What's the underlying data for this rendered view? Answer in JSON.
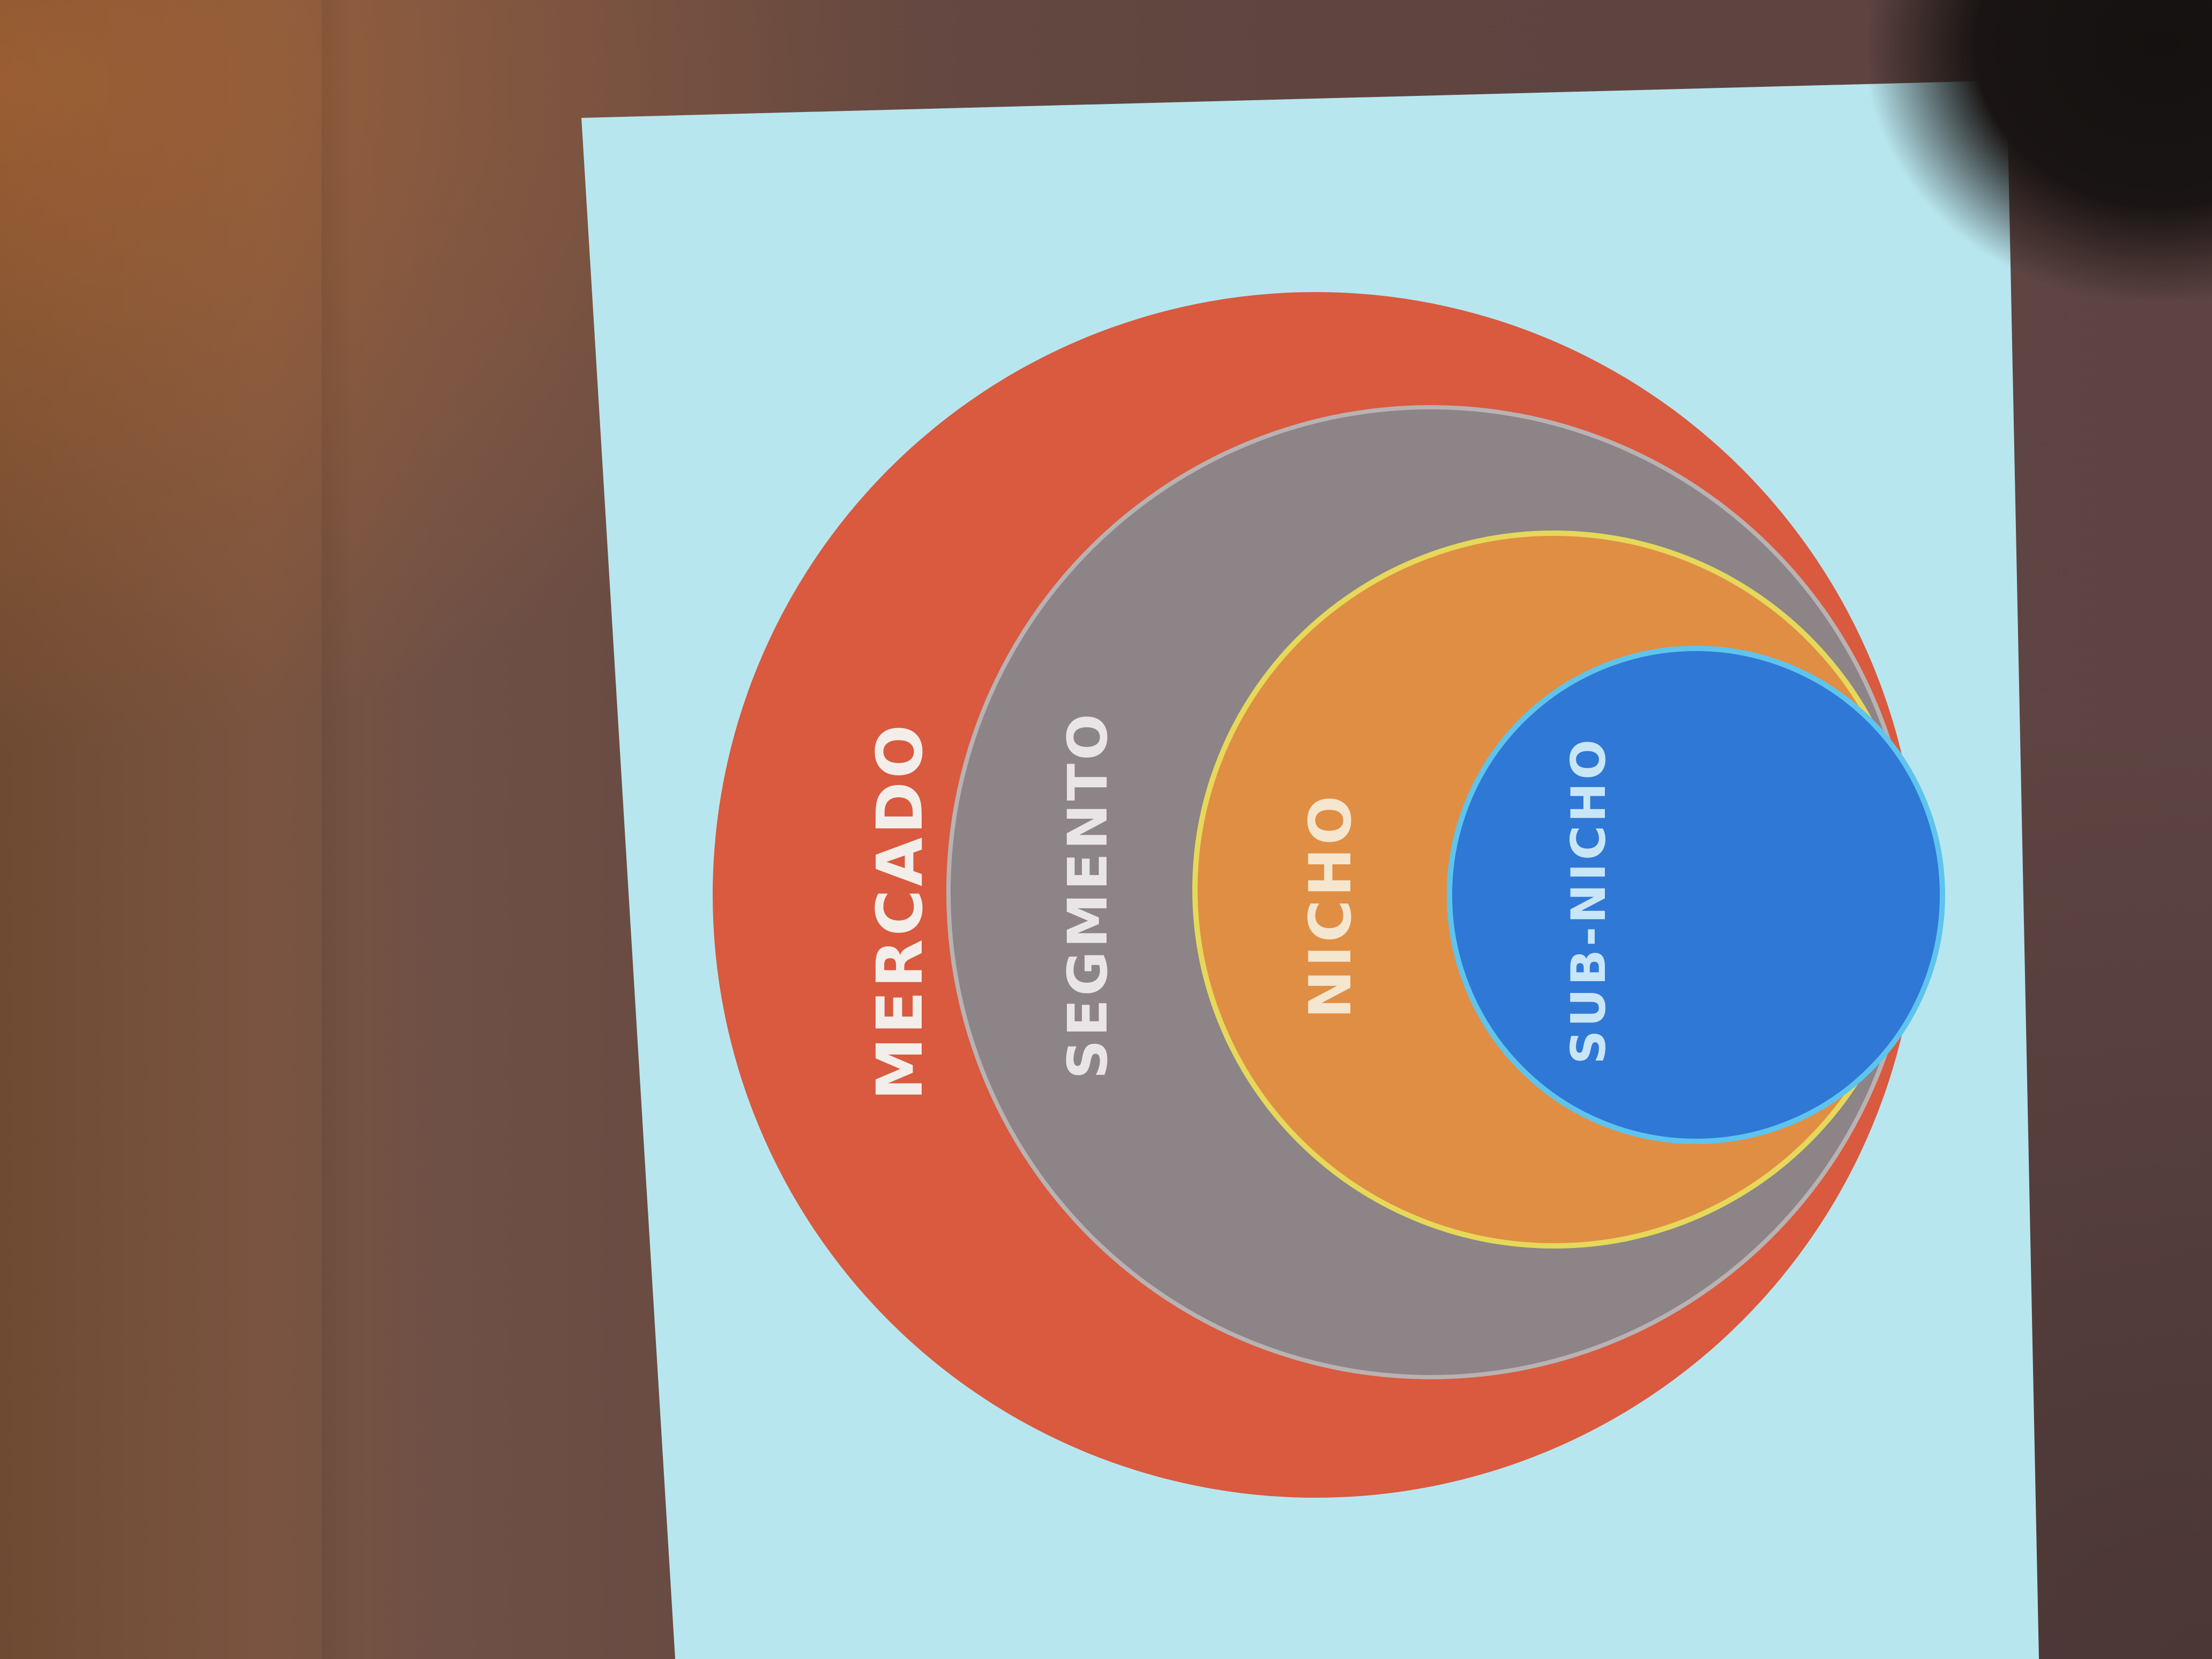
{
  "diagram": {
    "type": "nested-circles",
    "orientation_note": "rotated",
    "layers": [
      {
        "label": "MERCADO",
        "color": "#d95a3f"
      },
      {
        "label": "SEGMENTO",
        "color": "#8c8486"
      },
      {
        "label": "NICHO",
        "color": "#e08e44"
      },
      {
        "label": "SUB-NICHO",
        "color": "#2f78d6"
      }
    ]
  },
  "colors": {
    "slide_background": "#b8e6ef",
    "label_text": "#f3eeea",
    "nicho_outline": "#e6d85a",
    "subnicho_outline": "#5ec4ee"
  }
}
